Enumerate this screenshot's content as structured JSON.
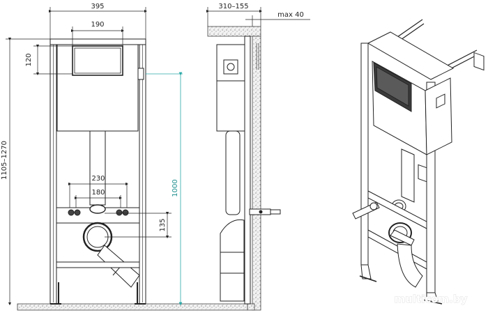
{
  "front_view": {
    "width_total": "395",
    "width_panel": "190",
    "panel_height": "120",
    "height_range": "1105–1270",
    "pipe_spacing_outer": "230",
    "pipe_spacing_inner": "180",
    "drain_height": "135",
    "flush_height": "1000"
  },
  "side_view": {
    "depth_range": "310–155",
    "wall_max": "max 40"
  },
  "watermark": {
    "text": "multicom.by"
  }
}
